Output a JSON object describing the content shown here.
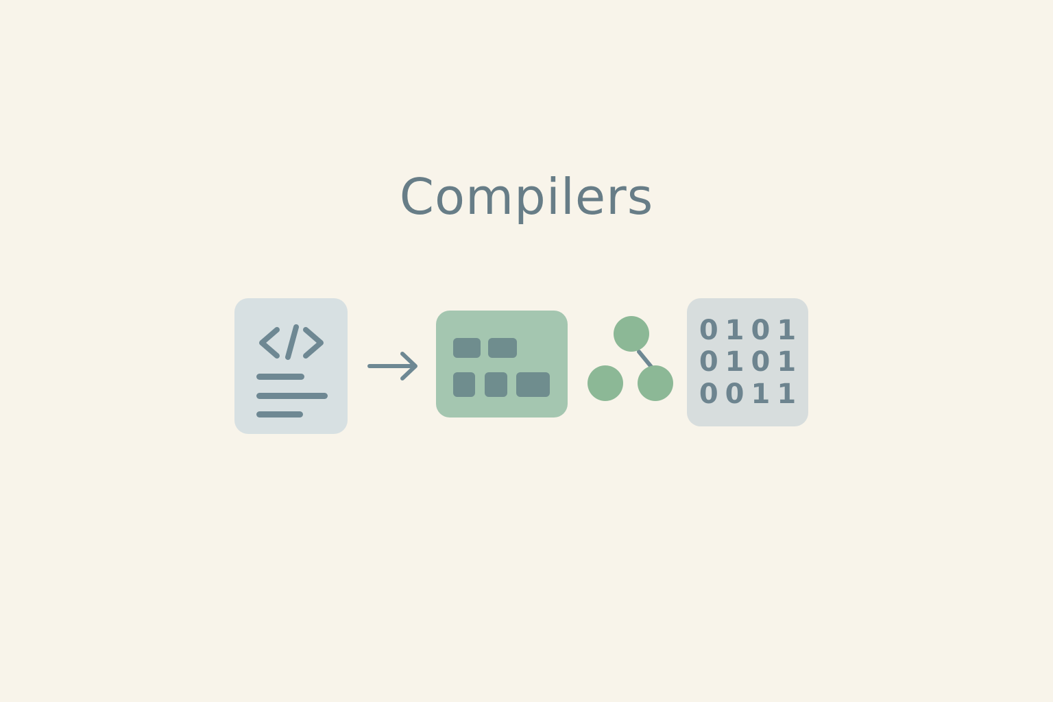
{
  "title": "Compilers",
  "colors": {
    "background": "#f8f4ea",
    "title": "#677d87",
    "source_card": "#d7e0e2",
    "tokens_card": "#a4c6b0",
    "tree_nodes": "#8cb896",
    "binary_card": "#d7dddd",
    "ink": "#6e8893"
  },
  "icons": {
    "source": "code-brackets-icon",
    "arrow": "arrow-right-icon",
    "tokens": "token-blocks-icon",
    "tree": "syntax-tree-icon",
    "binary": "binary-digits-icon"
  },
  "binary_rows": [
    "0101",
    "0101",
    "0011"
  ]
}
